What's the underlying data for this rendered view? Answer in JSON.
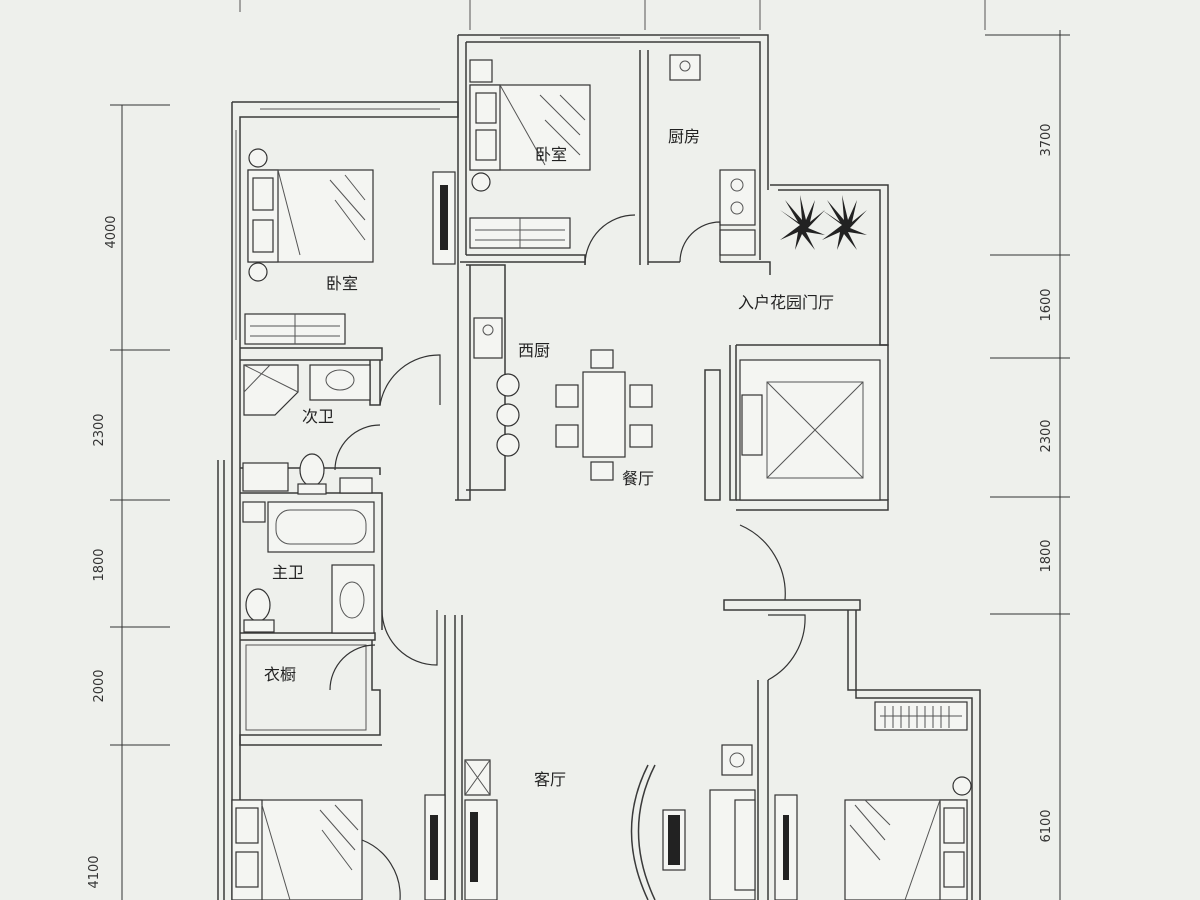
{
  "rooms": {
    "bedroom_top": "卧室",
    "kitchen": "厨房",
    "bedroom_left": "卧室",
    "entry_garden": "入户花园门厅",
    "west_kitchen": "西厨",
    "second_bath": "次卫",
    "dining": "餐厅",
    "master_bath": "主卫",
    "closet": "衣橱",
    "living": "客厅"
  },
  "dimensions": {
    "left": [
      "4000",
      "2300",
      "1800",
      "2000",
      "4100"
    ],
    "right": [
      "3700",
      "1600",
      "2300",
      "1800",
      "6100"
    ]
  }
}
